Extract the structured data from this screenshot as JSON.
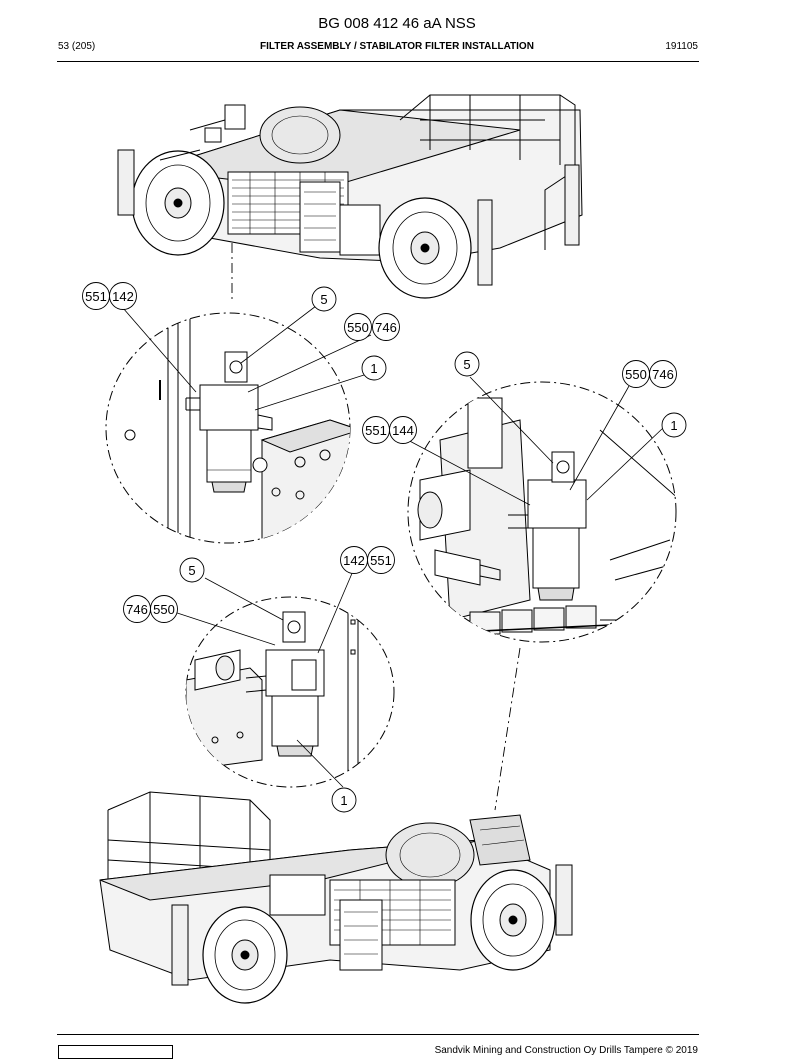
{
  "header": {
    "doc_number": "BG 008 412 46 aA NSS",
    "page": "53 (205)",
    "section_title": "FILTER ASSEMBLY / STABILATOR FILTER INSTALLATION",
    "date_code": "191105"
  },
  "callouts": {
    "top_detail": {
      "pair_a": [
        "551",
        "142"
      ],
      "item_5": "5",
      "pair_b": [
        "550",
        "746"
      ],
      "item_1": "1"
    },
    "right_detail": {
      "item_5": "5",
      "pair_b": [
        "550",
        "746"
      ],
      "item_1": "1",
      "pair_a": [
        "551",
        "144"
      ]
    },
    "bottom_detail": {
      "item_5": "5",
      "pair_a": [
        "142",
        "551"
      ],
      "pair_b": [
        "746",
        "550"
      ],
      "item_1": "1"
    }
  },
  "footer": {
    "copyright": "Sandvik Mining and Construction Oy Drills Tampere © 2019"
  }
}
